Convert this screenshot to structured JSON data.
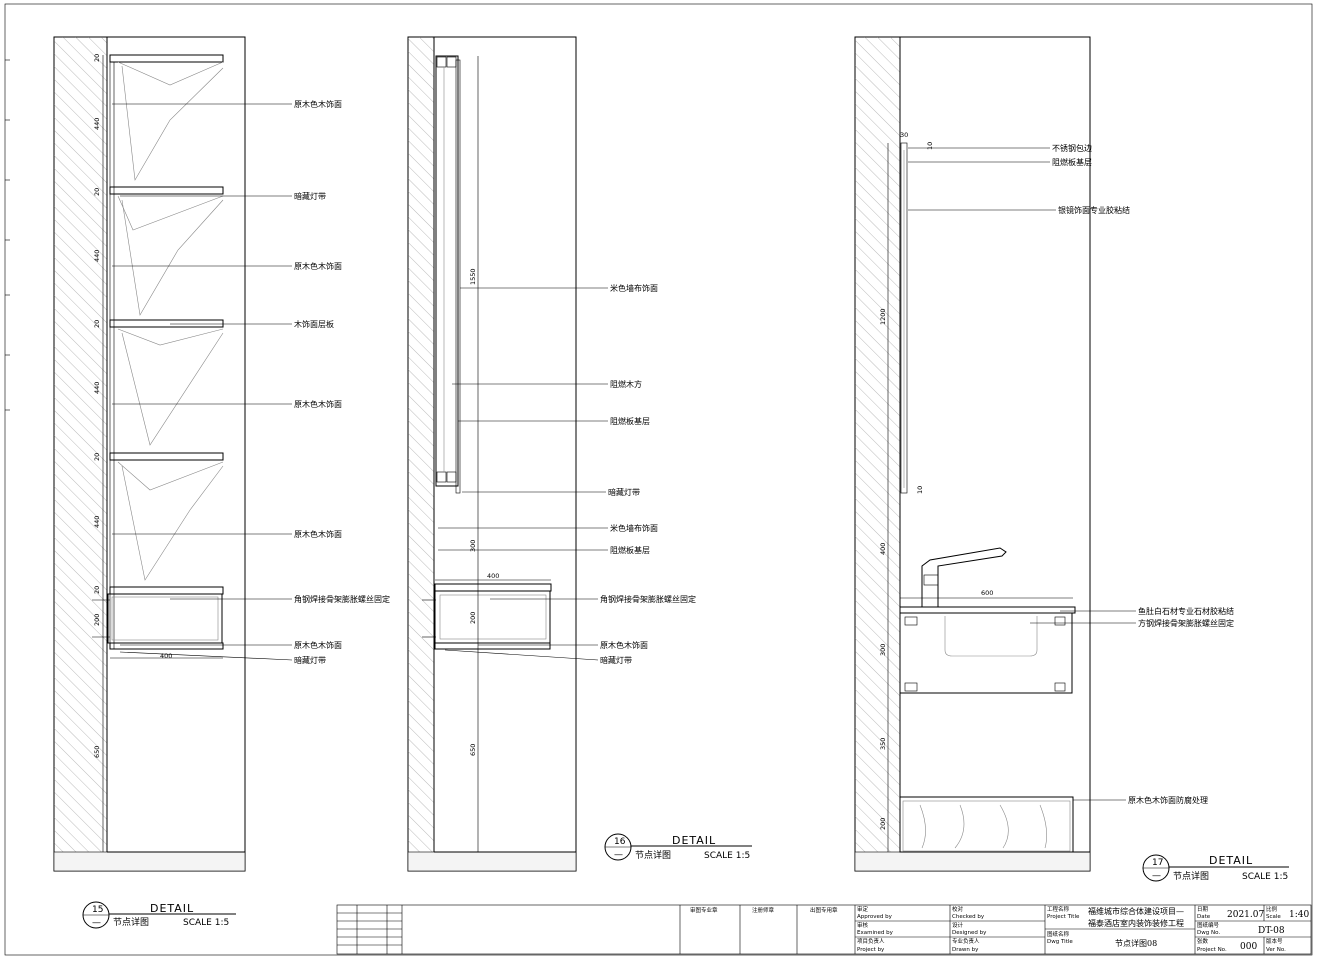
{
  "detail15": {
    "number": "15",
    "sub": "—",
    "title": "DETAIL",
    "name": "节点详图",
    "scale": "SCALE 1:5",
    "labels": [
      "原木色木饰面",
      "暗藏灯带",
      "原木色木饰面",
      "木饰面层板",
      "原木色木饰面",
      "原木色木饰面",
      "角钢焊接骨架膨胀螺丝固定",
      "原木色木饰面",
      "暗藏灯带"
    ],
    "dims_vertical": [
      "20",
      "440",
      "20",
      "440",
      "20",
      "440",
      "20",
      "440",
      "20",
      "200",
      "650"
    ],
    "dim_width": "400"
  },
  "detail16": {
    "number": "16",
    "sub": "—",
    "title": "DETAIL",
    "name": "节点详图",
    "scale": "SCALE 1:5",
    "labels": [
      "米色墙布饰面",
      "阻燃木方",
      "阻燃板基层",
      "暗藏灯带",
      "米色墙布饰面",
      "阻燃板基层",
      "角钢焊接骨架膨胀螺丝固定",
      "原木色木饰面",
      "暗藏灯带"
    ],
    "dims_vertical": [
      "1550",
      "300",
      "200",
      "650"
    ],
    "dim_width": "400"
  },
  "detail17": {
    "number": "17",
    "sub": "—",
    "title": "DETAIL",
    "name": "节点详图",
    "scale": "SCALE 1:5",
    "labels": [
      "不锈钢包边",
      "阻燃板基层",
      "银镜饰面专业胶粘结",
      "鱼肚白石材专业石材胶粘结",
      "方钢焊接骨架膨胀螺丝固定",
      "原木色木饰面防腐处理"
    ],
    "dims_vertical": [
      "10",
      "1200",
      "10",
      "400",
      "300",
      "350",
      "200"
    ],
    "dim_top": "30",
    "dim_width": "600"
  },
  "titleblock": {
    "stamps": [
      "审图专业章",
      "注册师章",
      "出图专用章"
    ],
    "approved_cn": "审定",
    "approved_en": "Approved by",
    "checked_cn": "校对",
    "checked_en": "Checked by",
    "examined_cn": "审核",
    "examined_en": "Examined by",
    "designed_cn": "设计",
    "designed_en": "Designed by",
    "project_cn": "项目负责人",
    "project_en": "Project by",
    "drawn_cn": "专业负责人",
    "drawn_en": "Drawn by",
    "project_title_cn": "工程名称",
    "project_title_en": "Project Title",
    "project_name_1": "福维城市综合体建设项目—",
    "project_name_2": "福泰酒店室内装饰装修工程",
    "dwg_title_cn": "图纸名称",
    "dwg_title_en": "Dwg Title",
    "dwg_title": "节点详图08",
    "date_cn": "日期",
    "date_en": "Date",
    "date": "2021.07",
    "scale_cn": "比例",
    "scale_en": "Scale",
    "scale": "1:40",
    "dwgno_cn": "图纸编号",
    "dwgno_en": "Dwg No.",
    "dwgno": "DT-08",
    "projno_cn": "张数",
    "projno_en": "Project No.",
    "projno": "000",
    "ver_cn": "版本号",
    "ver_en": "Ver No."
  }
}
